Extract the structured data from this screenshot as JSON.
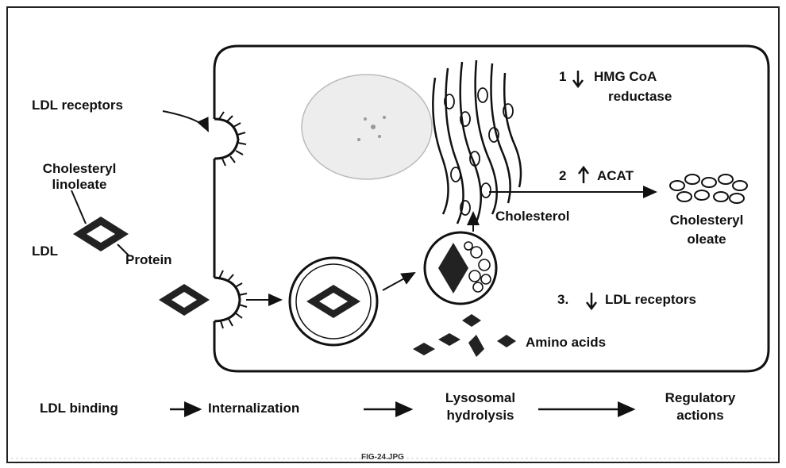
{
  "labels": {
    "ldl_receptors": "LDL receptors",
    "cholesteryl_linoleate_1": "Cholesteryl",
    "cholesteryl_linoleate_2": "linoleate",
    "ldl": "LDL",
    "protein": "Protein",
    "step1_num": "1",
    "step1_line1": "HMG CoA",
    "step1_line2": "reductase",
    "step2": "2",
    "step2_text": "ACAT",
    "cholesterol": "Cholesterol",
    "cholesteryl_oleate_1": "Cholesteryl",
    "cholesteryl_oleate_2": "oleate",
    "step3": "3.",
    "step3_text": "LDL receptors",
    "amino_acids": "Amino acids"
  },
  "flow": {
    "step_a": "LDL binding",
    "step_b": "Internalization",
    "step_c_1": "Lysosomal",
    "step_c_2": "hydrolysis",
    "step_d_1": "Regulatory",
    "step_d_2": "actions"
  },
  "footer": {
    "caption": "FIG-24.JPG"
  }
}
